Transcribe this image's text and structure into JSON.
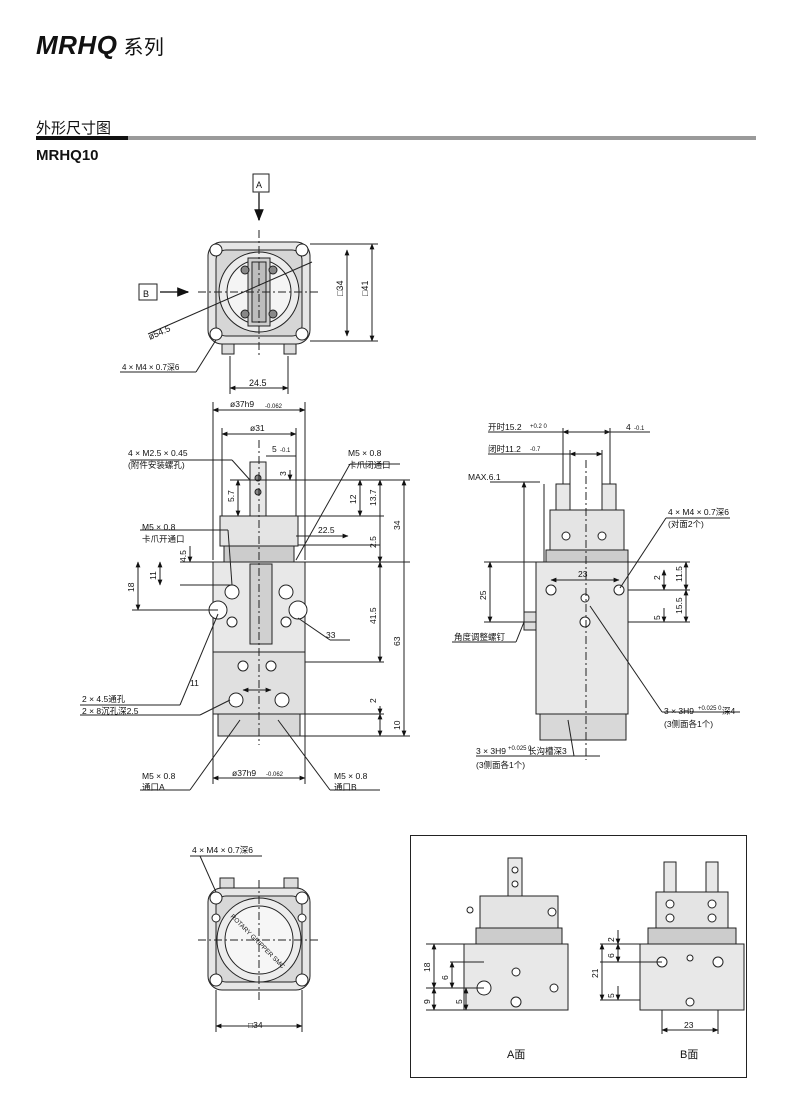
{
  "header": {
    "series": "MRHQ",
    "series_suffix": "系列"
  },
  "section": {
    "title": "外形尺寸图",
    "model": "MRHQ10"
  },
  "view_arrows": {
    "a": "A",
    "b": "B"
  },
  "top_view": {
    "dia": "ø54.5",
    "holes": "4 × M4 × 0.7深6",
    "w": "24.5",
    "sq34": "□34",
    "sq41": "□41"
  },
  "front_view": {
    "d37_top": "ø37h9",
    "d37_tol": "-0.062",
    "d31": "ø31",
    "m25": "4 × M2.5 × 0.45",
    "m25_note": "(附件安装螺孔)",
    "d5": "5",
    "d5_tol": "-0.1",
    "m5_close": "M5 × 0.8",
    "m5_close_note": "卡爪闭通口",
    "d3": "3",
    "d57": "5.7",
    "d12": "12",
    "d137": "13.7",
    "d225": "22.5",
    "d25": "2.5",
    "d34": "34",
    "m5_open": "M5 × 0.8",
    "m5_open_note": "卡爪开通口",
    "d45": "4.5",
    "d11a": "11",
    "d18": "18",
    "d415": "41.5",
    "d33": "33",
    "d63": "63",
    "d11b": "11",
    "hole45": "2 × 4.5通孔",
    "hole8": "2 × 8沉孔深2.5",
    "d2": "2",
    "d10": "10",
    "m5_a": "M5 × 0.8",
    "port_a": "通口A",
    "d37_bot": "ø37h9",
    "d37_bot_tol": "-0.062",
    "m5_b": "M5 × 0.8",
    "port_b": "通口B"
  },
  "side_view": {
    "open": "开时15.2",
    "open_tol": "+0.2 0",
    "closed": "闭时11.2",
    "closed_tol": "-0.7",
    "d4": "4",
    "d4_tol": "-0.1",
    "max": "MAX.6.1",
    "m4": "4 × M4 × 0.7深6",
    "m4_note": "(对面2个)",
    "d23": "23",
    "d2": "2",
    "d115": "11.5",
    "d155": "15.5",
    "d5": "5",
    "d25": "25",
    "screw": "角度调整螺钉",
    "h9": "3 × 3H9",
    "h9_tol": "+0.025 0",
    "h9_depth": "深4",
    "h9_note": "(3侧面各1个)",
    "slot": "3 × 3H9",
    "slot_tol": "+0.025 0",
    "slot_text": "长沟槽深3",
    "slot_note": "(3侧面各1个)"
  },
  "bottom_view": {
    "holes": "4 × M4 × 0.7深6",
    "sq34": "□34",
    "marking": "ROTARY GRIPPER SMC"
  },
  "inset": {
    "a_label": "A面",
    "b_label": "B面",
    "a18": "18",
    "a6": "6",
    "a9": "9",
    "a5": "5",
    "b2": "2",
    "b6": "6",
    "b21": "21",
    "b5": "5",
    "b23": "23"
  }
}
